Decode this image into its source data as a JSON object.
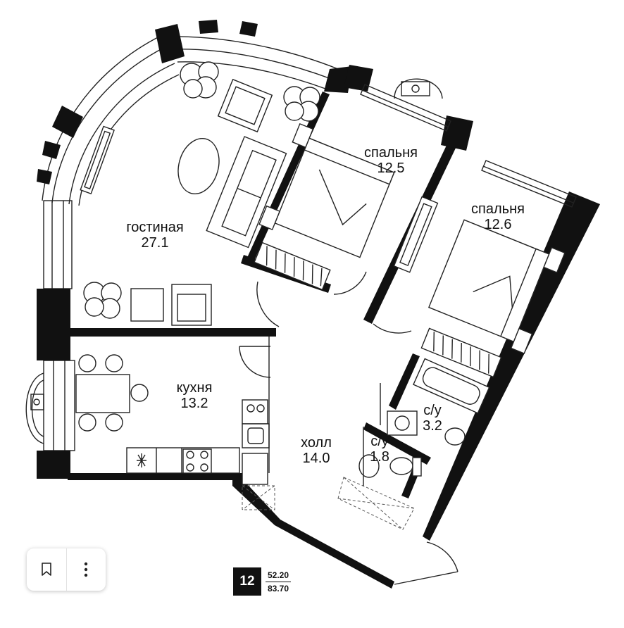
{
  "rooms": {
    "living": {
      "name": "гостиная",
      "area": "27.1"
    },
    "bedroom1": {
      "name": "спальня",
      "area": "12.5"
    },
    "bedroom2": {
      "name": "спальня",
      "area": "12.6"
    },
    "kitchen": {
      "name": "кухня",
      "area": "13.2"
    },
    "hall": {
      "name": "холл",
      "area": "14.0"
    },
    "bath1": {
      "name": "с/у",
      "area": "3.2"
    },
    "bath2": {
      "name": "с/у",
      "area": "1.8"
    }
  },
  "badge": {
    "number": "12",
    "living_area": "52.20",
    "total_area": "83.70"
  },
  "toolbar": {
    "bookmark_icon": "bookmark-icon",
    "more_icon": "more-vertical-icon"
  }
}
